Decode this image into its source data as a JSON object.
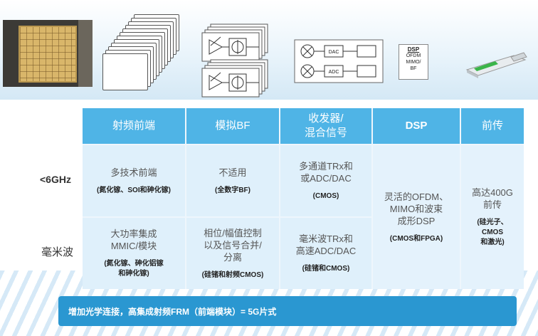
{
  "top_strip": {
    "dsp_box": {
      "title": "DSP",
      "lines": [
        "OFDM",
        "MIMO/",
        "BF"
      ]
    },
    "dac_label": "DAC",
    "adc_label": "ADC"
  },
  "row_labels": [
    "<6GHz",
    "毫米波"
  ],
  "table": {
    "headers": [
      "射频前端",
      "模拟BF",
      "收发器/\n混合信号",
      "DSP",
      "前传"
    ],
    "sub6": [
      {
        "main": "多技术前端",
        "sub": "(氮化镓、SOI和砷化镓)"
      },
      {
        "main": "不适用",
        "sub": "(全数字BF)"
      },
      {
        "main": "多通道TRx和\n或ADC/DAC",
        "sub": "(CMOS)"
      }
    ],
    "mmwave": [
      {
        "main": "大功率集成\nMMIC/模块",
        "sub": "(氮化镓、砷化铝镓\n和砷化镓)"
      },
      {
        "main": "相位/幅值控制\n以及信号合并/\n分离",
        "sub": "(硅锗和射频CMOS)"
      },
      {
        "main": "毫米波TRx和\n高速ADC/DAC",
        "sub": "(硅锗和CMOS)"
      }
    ],
    "shared": [
      {
        "main": "灵活的OFDM、\nMIMO和波束\n成形DSP",
        "sub": "(CMOS和FPGA)"
      },
      {
        "main": "高达400G\n前传",
        "sub": "(硅光子、\nCMOS\n和激光)"
      }
    ]
  },
  "banner": "增加光学连接，高集成射频FRM（前端模块）= 5G片式"
}
